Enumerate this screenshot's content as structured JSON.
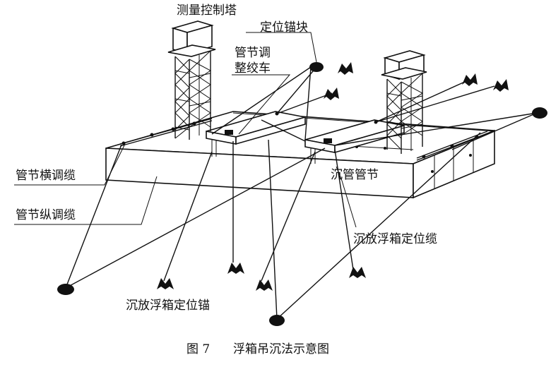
{
  "labels": {
    "tower": "测量控制塔",
    "anchor_block": "定位锚块",
    "winch_line1": "管节调",
    "winch_line2": "整绞车",
    "transverse_cable": "管节横调缆",
    "longitudinal_cable": "管节纵调缆",
    "tube_segment": "沉管管节",
    "pontoon_cable": "沉放浮箱定位缆",
    "pontoon_anchor": "沉放浮箱定位锚"
  },
  "caption": {
    "figure_no": "图 7",
    "title": "浮箱吊沉法示意图"
  },
  "colors": {
    "line": "#111111",
    "background": "#ffffff"
  }
}
